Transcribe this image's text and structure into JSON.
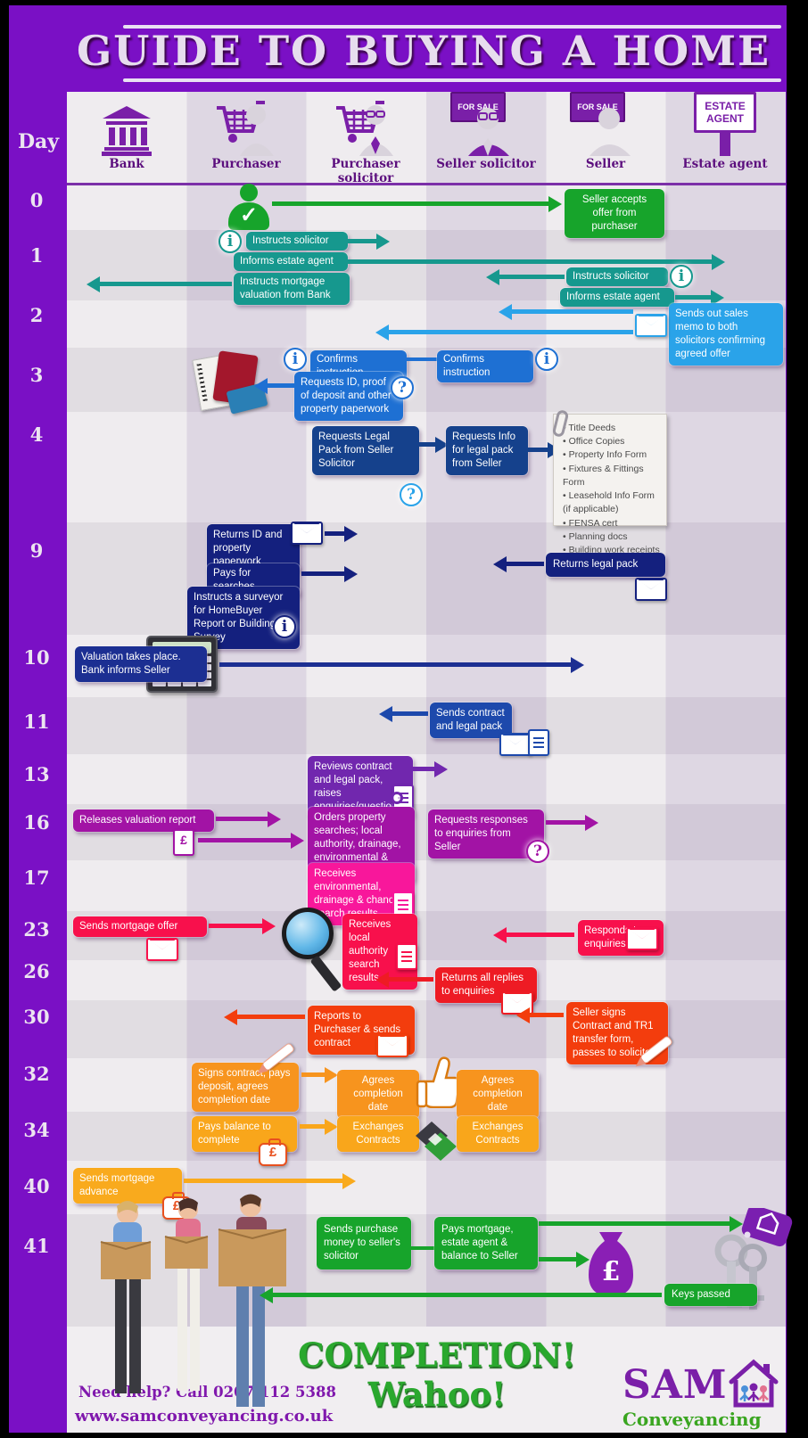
{
  "title": "GUIDE TO BUYING A HOME",
  "sidebar": {
    "day_label": "Day",
    "days": [
      "0",
      "1",
      "2",
      "3",
      "4",
      "9",
      "10",
      "11",
      "13",
      "16",
      "17",
      "23",
      "26",
      "30",
      "32",
      "34",
      "40",
      "41"
    ]
  },
  "columns": [
    {
      "label": "Bank"
    },
    {
      "label": "Purchaser"
    },
    {
      "label": "Purchaser solicitor"
    },
    {
      "label": "Seller solicitor"
    },
    {
      "label": "Seller"
    },
    {
      "label": "Estate agent"
    }
  ],
  "icon_text": {
    "for_sale": "FOR SALE",
    "estate_agent_sign": "ESTATE AGENT"
  },
  "events": {
    "d0_accept": "Seller accepts offer from purchaser",
    "d1_instructs_solicitor_p": "Instructs solicitor",
    "d1_informs_estate_agent_p": "Informs estate agent",
    "d1_mortgage_valuation": "Instructs mortgage valuation from Bank",
    "d1_instructs_solicitor_s": "Instructs solicitor",
    "d1_informs_estate_agent_s": "Informs estate agent",
    "d2_sales_memo": "Sends out sales memo to both solicitors confirming agreed offer",
    "d3_confirms_p": "Confirms instruction",
    "d3_confirms_s": "Confirms instruction",
    "d3_requests_id": "Requests ID, proof of deposit and other property paperwork",
    "d4_requests_legal_pack": "Requests Legal Pack from Seller Solicitor",
    "d4_requests_info": "Requests Info for legal pack from Seller",
    "d4_checklist": [
      "Title Deeds",
      "Office Copies",
      "Property Info Form",
      "Fixtures & Fittings Form",
      "Leasehold Info Form (if applicable)",
      "FENSA cert",
      "Planning docs",
      "Building work receipts"
    ],
    "d9_returns_id": "Returns ID and property paperwork",
    "d9_pays_searches": "Pays for searches",
    "d9_instructs_surveyor": "Instructs a surveyor for HomeBuyer Report or Building Survey",
    "d9_returns_legal_pack": "Returns legal pack",
    "d10_valuation": "Valuation takes place. Bank informs Seller",
    "d11_sends_contract": "Sends contract and legal pack",
    "d13_reviews": "Reviews contract and legal pack, raises enquiries/questions",
    "d16_releases_valuation": "Releases valuation report",
    "d16_orders_searches": "Orders property searches; local authority, drainage, environmental & chancel",
    "d16_requests_responses": "Requests responses to enquiries from Seller",
    "d17_receives_env": "Receives environmental, drainage & chancel search results",
    "d23_mortgage_offer": "Sends mortgage offer",
    "d23_receives_local": "Receives local authority search results",
    "d23_responds": "Responds to enquiries",
    "d26_returns_replies": "Returns all replies to enquiries",
    "d30_reports": "Reports to Purchaser & sends contract",
    "d30_seller_signs": "Seller signs Contract and TR1 transfer form, passes to solicitor",
    "d32_signs_contract": "Signs contract, pays deposit, agrees completion date",
    "d32_agrees_p": "Agrees completion date",
    "d32_agrees_s": "Agrees completion date",
    "d34_pays_balance": "Pays balance to complete",
    "d34_exchanges_p": "Exchanges Contracts",
    "d34_exchanges_s": "Exchanges Contracts",
    "d40_mortgage_advance": "Sends mortgage advance",
    "d41_sends_money": "Sends purchase money to seller's solicitor",
    "d41_pays_mortgage": "Pays mortgage, estate agent & balance to Seller",
    "d41_keys_passed": "Keys passed",
    "money_bag_symbol": "£"
  },
  "footer": {
    "completion": "COMPLETION! Wahoo!",
    "help": "Need help? Call 0207 112 5388",
    "website": "www.samconveyancing.co.uk",
    "brand_name": "SAM",
    "brand_sub": "Conveyancing"
  },
  "colors": {
    "board_purple": "#7a10c5",
    "day0_green": "#17a42b",
    "day1_teal": "#16988e",
    "day2_sky": "#2aa3e9",
    "day3_blue": "#1e70d3",
    "day4_navy": "#15418c",
    "day13_purple": "#7127ae",
    "day16_magenta": "#a213a5",
    "day17_pink": "#f8179b",
    "day23_red": "#f8104c",
    "day26_red": "#ee1b24",
    "day30_orange_red": "#f33d0d",
    "day32_orange": "#f7941e",
    "day34_amber": "#f9a61b",
    "day41_green": "#17a42b"
  }
}
